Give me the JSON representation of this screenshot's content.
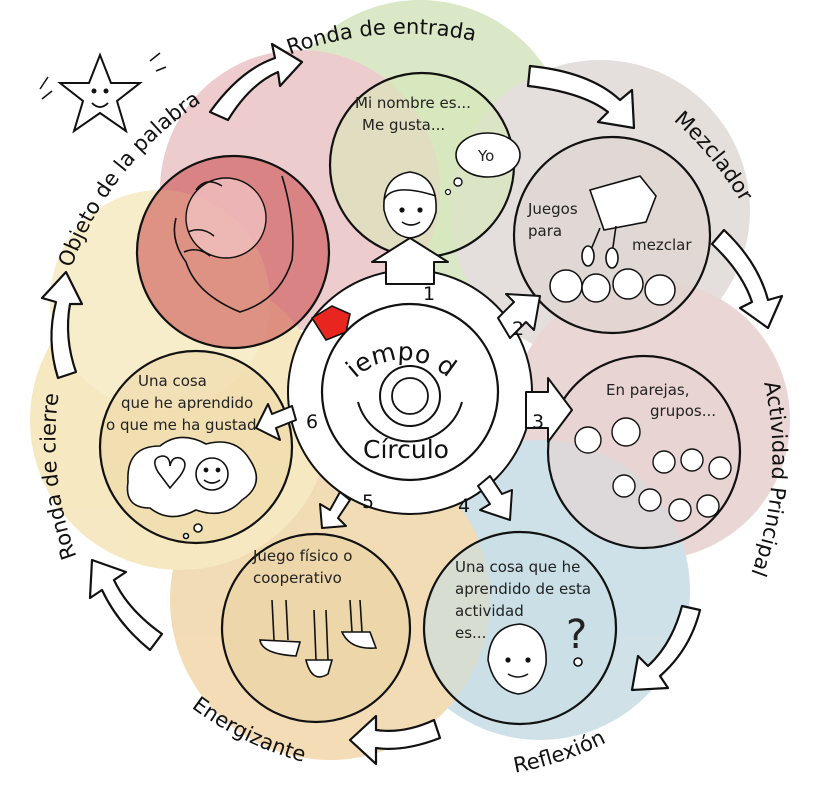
{
  "center": {
    "line1": "Tiempo de",
    "line2": "Círculo"
  },
  "outer_labels": {
    "ronda_entrada": "Ronda de entrada",
    "mezclador": "Mezclador",
    "actividad_principal": "Actividad Principal",
    "reflexion": "Reflexión",
    "energizante": "Energizante",
    "ronda_cierre": "Ronda de cierre",
    "objeto_palabra": "Objeto de la palabra"
  },
  "steps": {
    "s1": "1",
    "s2": "2",
    "s3": "3",
    "s4": "4",
    "s5": "5",
    "s6": "6"
  },
  "bubbles": {
    "entrada": {
      "l1": "Mi nombre es...",
      "l2": "Me gusta...",
      "thought": "Yo"
    },
    "mezclador": {
      "l1": "Juegos",
      "l2": "para",
      "l3": "mezclar"
    },
    "actividad": {
      "l1": "En parejas,",
      "l2": "grupos..."
    },
    "reflexion": {
      "l1": "Una cosa que he",
      "l2": "aprendido de esta",
      "l3": "actividad",
      "l4": "es...",
      "q": "?"
    },
    "energizante": {
      "l1": "Juego físico o",
      "l2": "cooperativo"
    },
    "cierre": {
      "l1": "Una cosa",
      "l2": "que he aprendido",
      "l3": "o que me ha gustado"
    }
  },
  "colors": {
    "pointer": "#e8261f",
    "wash_green": "#bcd79a",
    "wash_red": "#c9474a",
    "wash_yellow": "#efd68f",
    "wash_blue": "#a9c9d6",
    "wash_orange": "#e9b46a",
    "wash_pink": "#d9a8ad"
  }
}
